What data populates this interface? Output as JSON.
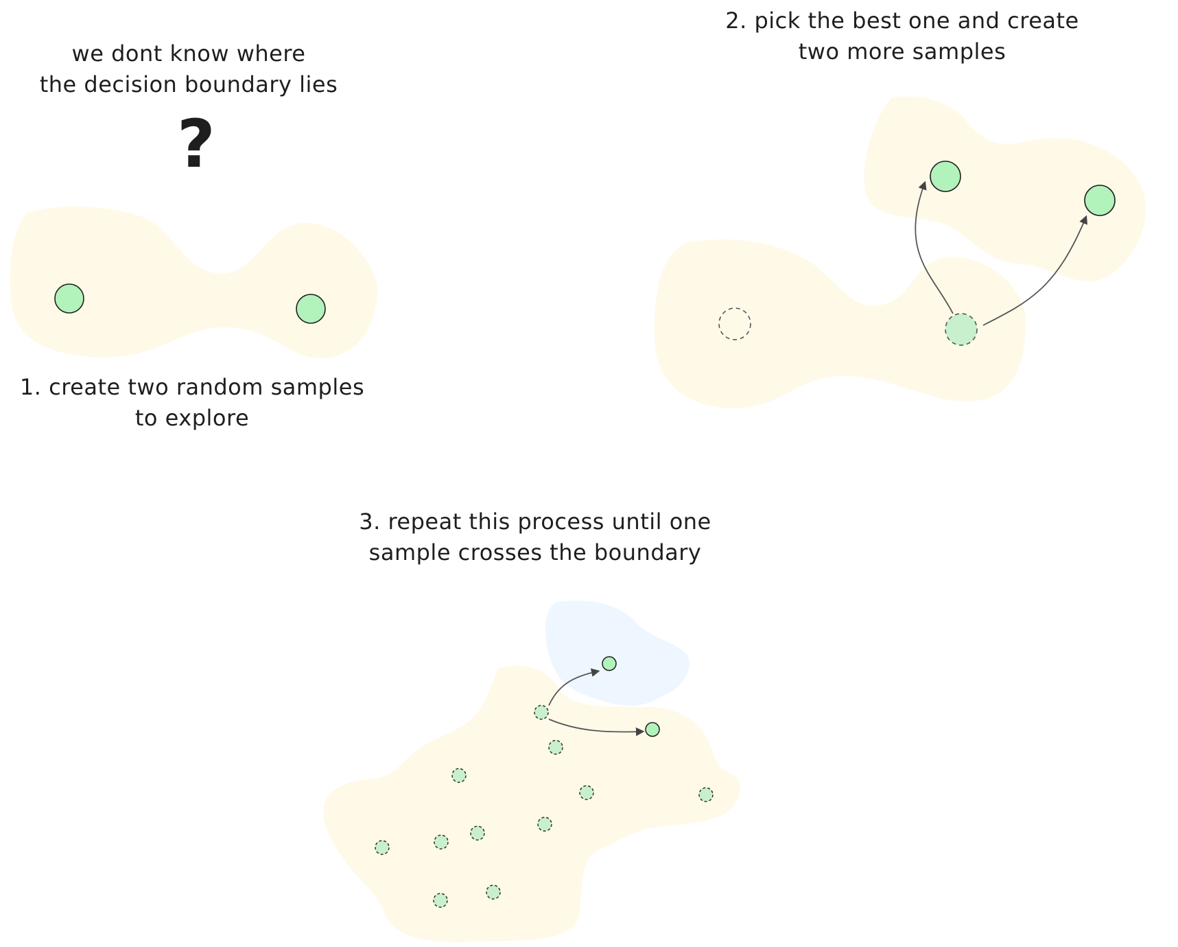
{
  "intro": {
    "line1": "we dont know where",
    "line2": "the decision boundary lies",
    "question_mark": "?"
  },
  "step1": {
    "line1": "1. create two random samples",
    "line2": "to explore"
  },
  "step2": {
    "line1": "2. pick the best one and create",
    "line2": "two more samples"
  },
  "step3": {
    "line1": "3. repeat this process until one",
    "line2": "sample crosses the boundary"
  },
  "colors": {
    "region_fill": "#fff9e8",
    "boundary_crossed_fill": "#eef6ff",
    "sample_fill": "#b2f2bb",
    "stroke": "#1e1e1e",
    "arrow": "#555555"
  }
}
